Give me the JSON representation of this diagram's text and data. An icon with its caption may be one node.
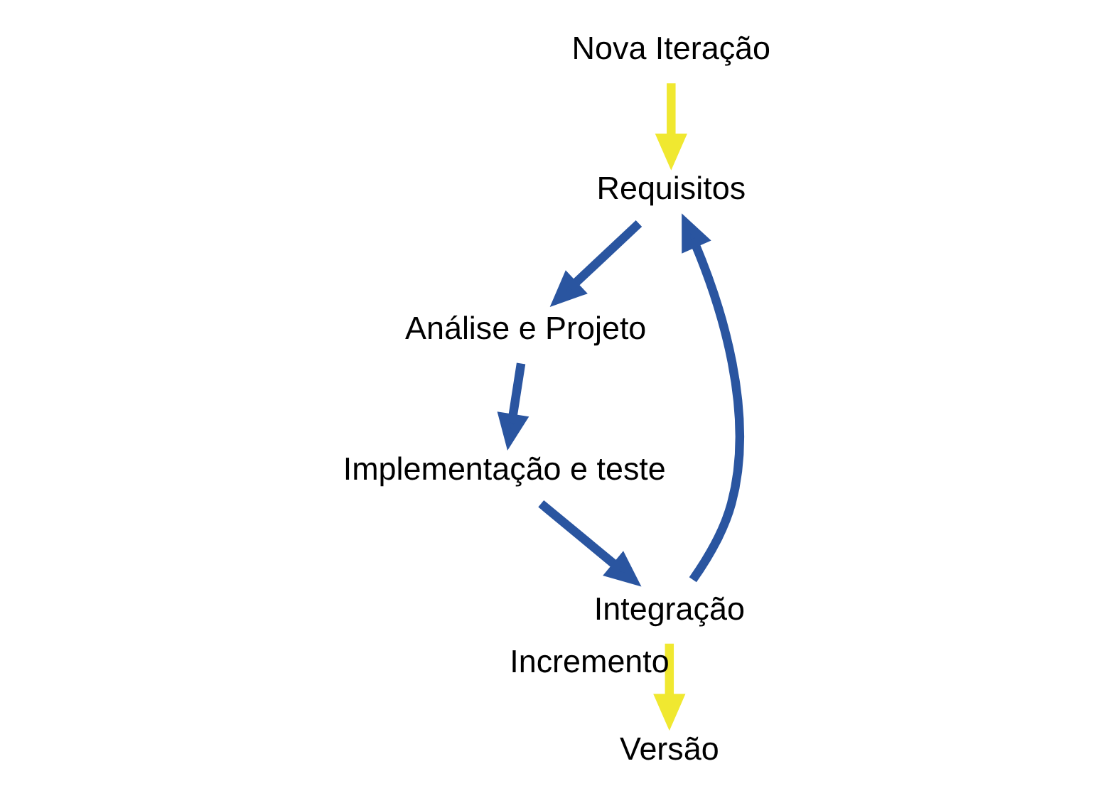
{
  "diagram": {
    "nodes": [
      {
        "text": [
          "Nova Iteração"
        ]
      },
      {
        "text": [
          "Requisitos"
        ]
      },
      {
        "text": [
          "Análise e Projeto"
        ]
      },
      {
        "text": [
          "Implementação e teste"
        ]
      },
      {
        "text": [
          "Integração"
        ]
      },
      {
        "text": [
          "Versão"
        ]
      }
    ],
    "edges": [
      {
        "from": 0,
        "to": 1,
        "arrow": "to",
        "color": "#f0e830"
      },
      {
        "from": 1,
        "to": 2,
        "arrow": "to"
      },
      {
        "from": 2,
        "to": 3,
        "arrow": "to"
      },
      {
        "from": 3,
        "to": 4,
        "arrow": "to"
      },
      {
        "from": 4,
        "to": 1,
        "arrow": "to"
      },
      {
        "from": 4,
        "to": 5,
        "arrow": "to",
        "label": "Incremento",
        "color": "#f0e830"
      }
    ]
  }
}
